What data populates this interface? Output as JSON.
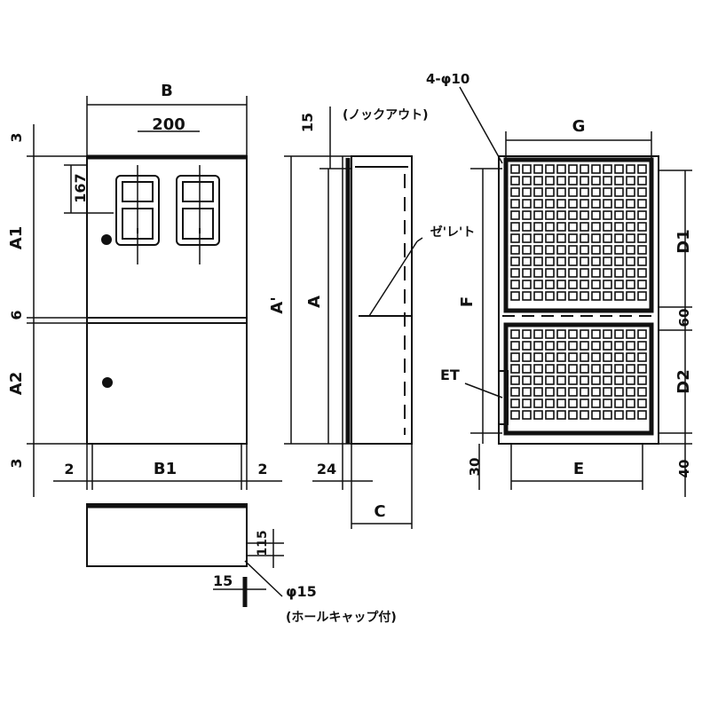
{
  "front_view": {
    "width_label": "B",
    "meter_spacing_label": "200",
    "meter_offset_label": "167",
    "upper_height_label": "A1",
    "lower_height_label": "A2",
    "top_margin_label": "3",
    "middle_gap_label": "6",
    "bottom_margin_label": "3",
    "inner_width_label": "B1",
    "left_margin_label": "2",
    "right_margin_label": "2"
  },
  "side_view": {
    "top_offset_label": "15",
    "outer_height_label": "A'",
    "inner_height_label": "A",
    "depth_offset_label": "24",
    "depth_label": "C",
    "callout_label": "ゼ'レ'ト"
  },
  "back_view": {
    "knockout_label": "4-φ10",
    "knockout_note": "(ノックアウト)",
    "width_label": "G",
    "height_label": "F",
    "upper_panel_label": "D1",
    "gap_label": "60",
    "lower_panel_label": "D2",
    "earth_label": "ET",
    "bottom_left_label": "30",
    "base_width_label": "E",
    "bottom_right_label": "40"
  },
  "bottom_view": {
    "edge_label": "115",
    "offset_label": "15",
    "hole_label": "φ15",
    "hole_note": "(ホールキャップ付)"
  }
}
